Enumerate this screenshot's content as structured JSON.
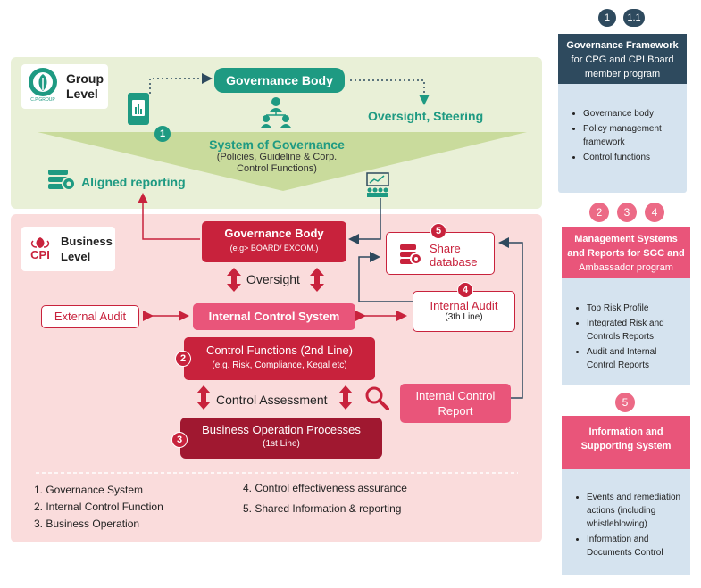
{
  "group": {
    "level_label_1": "Group",
    "level_label_2": "Level",
    "logo_text": "C.P.GROUP",
    "governance_body": "Governance Body",
    "oversight": "Oversight, Steering",
    "badge": "1",
    "system_title": "System of Governance",
    "system_sub_1": "(Policies, Guideline & Corp.",
    "system_sub_2": "Control Functions)",
    "aligned": "Aligned reporting"
  },
  "business": {
    "level_label_1": "Business",
    "level_label_2": "Level",
    "logo_text": "CPI",
    "gov_body": "Governance Body",
    "gov_body_sub": "(e.g> BOARD/ EXCOM.)",
    "share_badge": "5",
    "share_1": "Share",
    "share_2": "database",
    "oversight": "Oversight",
    "external_audit": "External Audit",
    "ics": "Internal Control System",
    "ia_badge": "4",
    "ia_title": "Internal Audit",
    "ia_sub": "(3th Line)",
    "cf_badge": "2",
    "cf_title": "Control Functions (2nd Line)",
    "cf_sub": "(e.g. Risk, Compliance, Kegal etc)",
    "control_assessment": "Control Assessment",
    "icr_1": "Internal Control",
    "icr_2": "Report",
    "bop_badge": "3",
    "bop_title": "Business Operation Processes",
    "bop_sub": "(1st Line)"
  },
  "legend": {
    "l1": "1.   Governance System",
    "l2": "2.   Internal Control Function",
    "l3": "3.   Business Operation",
    "l4": "4.   Control effectiveness assurance",
    "l5": "5.   Shared Information & reporting"
  },
  "side": {
    "p1_nums": [
      "1",
      "1.1"
    ],
    "p1_head_1": "Governance Framework",
    "p1_head_2": "for CPG and CPI Board",
    "p1_head_3": "member program",
    "p1_items": [
      "Governance body",
      "Policy management",
      "framework",
      "Control functions"
    ],
    "p2_nums": [
      "2",
      "3",
      "4"
    ],
    "p2_head_1": "Management Systems",
    "p2_head_2": "and Reports for SGC and",
    "p2_head_3": "Ambassador program",
    "p2_items": [
      "Top Risk Profile",
      "Integrated Risk and",
      "Controls Reports",
      "Audit and Internal",
      "Control Reports"
    ],
    "p3_num": "5",
    "p3_head_1": "Information and",
    "p3_head_2": "Supporting System",
    "p3_items": [
      "Events and remediation",
      "actions (including",
      "whistleblowing)",
      "Information and",
      "Documents Control"
    ]
  },
  "colors": {
    "green": "#1e9a82",
    "red": "#c8223c",
    "dark_red": "#a01830",
    "pink": "#e9557a",
    "navy": "#2e4a5e"
  }
}
